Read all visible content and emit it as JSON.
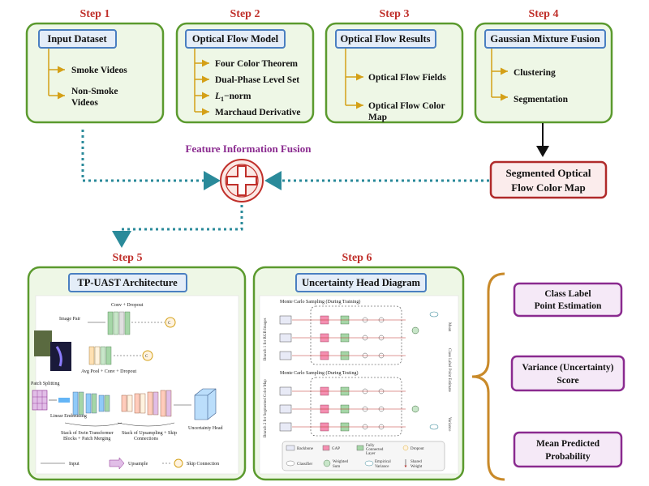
{
  "steps": {
    "s1": "Step 1",
    "s2": "Step 2",
    "s3": "Step 3",
    "s4": "Step 4",
    "s5": "Step 5",
    "s6": "Step 6"
  },
  "step1": {
    "title": "Input Dataset",
    "items": [
      "Smoke Videos",
      "Non-Smoke",
      "Videos"
    ]
  },
  "step2": {
    "title": "Optical Flow Model",
    "items": [
      "Four Color Theorem",
      "Dual-Phase Level Set",
      "−norm",
      "Marchaud Derivative"
    ],
    "l1": "L",
    "l1sub": "1"
  },
  "step3": {
    "title": "Optical Flow Results",
    "items": [
      "Optical Flow Fields",
      "Optical Flow Color",
      "Map"
    ]
  },
  "step4": {
    "title": "Gaussian Mixture Fusion",
    "items": [
      "Clustering",
      "Segmentation"
    ]
  },
  "fusion": {
    "label": "Feature Information Fusion"
  },
  "segmented": {
    "line1": "Segmented Optical",
    "line2": "Flow Color Map"
  },
  "step5": {
    "title": "TP-UAST Architecture",
    "labels": {
      "conv_dropout": "Conv + Dropout",
      "image_pair": "Image Pair",
      "avg_pool": "Avg Pool + Conv + Dropout",
      "patch_splitting": "Patch Splitting",
      "linear_embedding": "Linear Embedding",
      "swin_stack_1": "Stack of Swin Transformer",
      "swin_stack_2": "Blocks + Patch Merging",
      "up_stack_1": "Stack of Upsampling + Skip",
      "up_stack_2": "Connections",
      "uncertainty_head": "Uncertainty Head",
      "legend_input": "Input",
      "legend_upsample": "Upsample",
      "legend_skip": "Skip Connection"
    }
  },
  "step6": {
    "title": "Uncertainty Head Diagram",
    "labels": {
      "mc_train_1": "Monte Carlo Sampling (During Training)",
      "mc_train_2": "Monte Carlo Sampling (During Testing)",
      "branch_rgb": "Branch 1 for RGB Images",
      "branch_seg": "Branch 2 for Segmented Color Map",
      "mean": "Mean",
      "class_label": "Class Label Point Estimate",
      "variance": "Variance",
      "legend_backbone": "Backbone",
      "legend_gap": "GAP",
      "legend_fc_1": "Fully",
      "legend_fc_2": "Connected",
      "legend_fc_3": "Layer",
      "legend_dropout": "Dropout",
      "legend_classifier": "Classifier",
      "legend_ws_1": "Weighted",
      "legend_ws_2": "Sum",
      "legend_ev_1": "Empirical",
      "legend_ev_2": "Variance",
      "legend_sw_1": "Shared",
      "legend_sw_2": "Weight"
    }
  },
  "outputs": [
    {
      "line1": "Class Label",
      "line2": "Point Estimation"
    },
    {
      "line1": "Variance (Uncertainty)",
      "line2": "Score"
    },
    {
      "line1": "Mean Predicted",
      "line2": "Probability"
    }
  ],
  "colors": {
    "green_border": "#5b9a2e",
    "blue_border": "#4a7fc1",
    "step_red": "#c0302b",
    "teal_dotted": "#2a8a9a",
    "gold_arrow": "#d4a017",
    "purple_border": "#8a2a8f",
    "dark_red_border": "#b02a2a",
    "orange_brace": "#c98a2a"
  }
}
